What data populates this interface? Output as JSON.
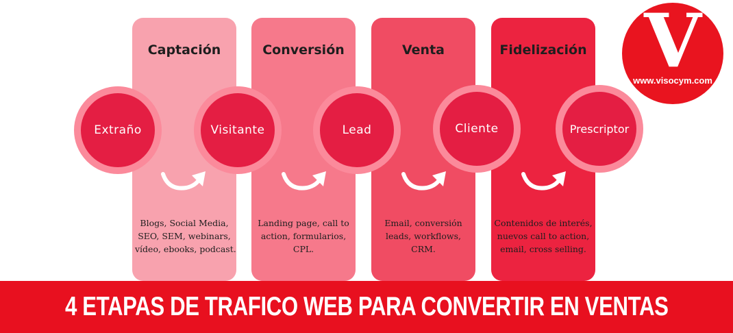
{
  "stages": [
    {
      "title": "Captación",
      "desc": [
        "Blogs, Social Media,",
        "SEO, SEM, webinars,",
        "vídeo, ebooks, podcast."
      ],
      "color": "#f8a2ae"
    },
    {
      "title": "Conversión",
      "desc": [
        "Landing page, call to",
        "action, formularios,",
        "CPL."
      ],
      "color": "#f6798b"
    },
    {
      "title": "Venta",
      "desc": [
        "Email, conversión",
        "leads, workflows,",
        "CRM."
      ],
      "color": "#f04c63"
    },
    {
      "title": "Fidelización",
      "desc": [
        "Contenidos de interés,",
        "nuevos call to action,",
        "email, cross selling."
      ],
      "color": "#ec2340"
    }
  ],
  "circles": [
    "Extraño",
    "Visitante",
    "Lead",
    "Cliente",
    "Prescriptor"
  ],
  "circle_colors": {
    "fill": "#e41e43",
    "ring": "#fb8a9b"
  },
  "arrow_icon": "curved-arrow-icon",
  "logo": {
    "letter": "V",
    "url": "www.visocym.com",
    "color": "#e9141f"
  },
  "banner": {
    "text": "4 ETAPAS DE TRAFICO WEB PARA CONVERTIR EN VENTAS",
    "color": "#e8101f"
  }
}
